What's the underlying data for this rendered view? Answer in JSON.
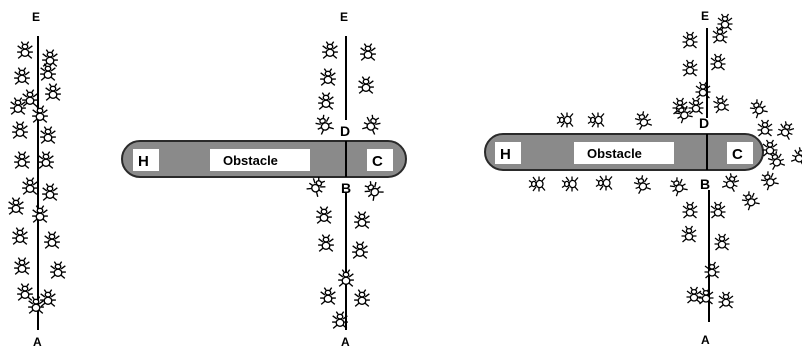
{
  "panels": [
    {
      "id": "panel-1",
      "labels": {
        "top": "E",
        "bottom": "A"
      }
    },
    {
      "id": "panel-2",
      "labels": {
        "top": "E",
        "bottom": "A",
        "above_obstacle": "D",
        "below_obstacle": "B",
        "left_end": "H",
        "right_end": "C"
      },
      "obstacle_label": "Obstacle"
    },
    {
      "id": "panel-3",
      "labels": {
        "top": "E",
        "bottom": "A",
        "above_obstacle": "D",
        "below_obstacle": "B",
        "left_end": "H",
        "right_end": "C"
      },
      "obstacle_label": "Obstacle"
    }
  ],
  "colors": {
    "obstacle_fill": "#8a8a8a",
    "obstacle_stroke": "#2a2a2a",
    "label_box": "#ffffff",
    "ant_stroke": "#000000",
    "line": "#000000"
  },
  "icons": {
    "agent": "ant-icon"
  }
}
